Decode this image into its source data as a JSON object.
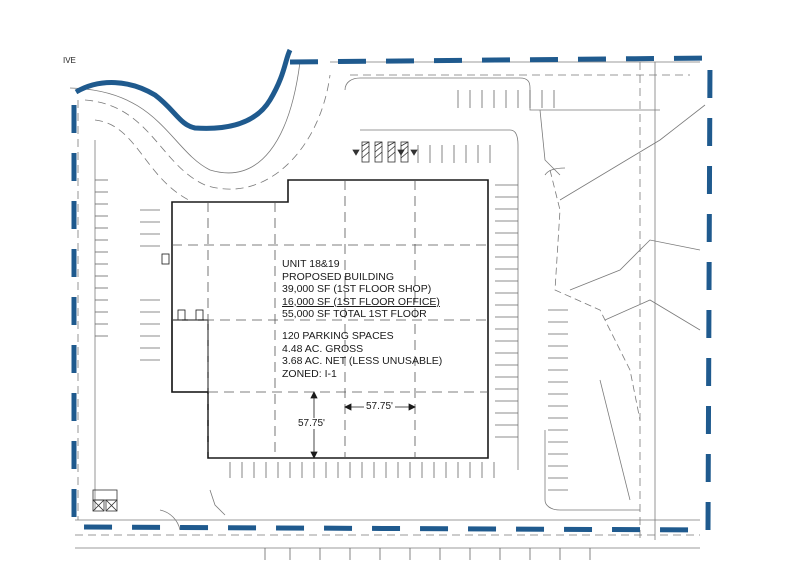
{
  "street_label": "IVE",
  "building_notes": {
    "lines": [
      "UNIT 18&19",
      "PROPOSED BUILDING",
      "39,000 SF (1ST FLOOR SHOP)",
      "16,000 SF (1ST FLOOR OFFICE)",
      "55,000 SF TOTAL 1ST FLOOR"
    ],
    "site_lines": [
      "120 PARKING SPACES",
      "4.48 AC. GROSS",
      "3.68 AC. NET (LESS UNUSABLE)",
      "ZONED: I-1"
    ]
  },
  "dimensions": {
    "horizontal": "57.75'",
    "vertical": "57.75'"
  },
  "colors": {
    "boundary": "#1f5a8e",
    "linework": "#222222",
    "light_linework": "#8a8a8a"
  }
}
